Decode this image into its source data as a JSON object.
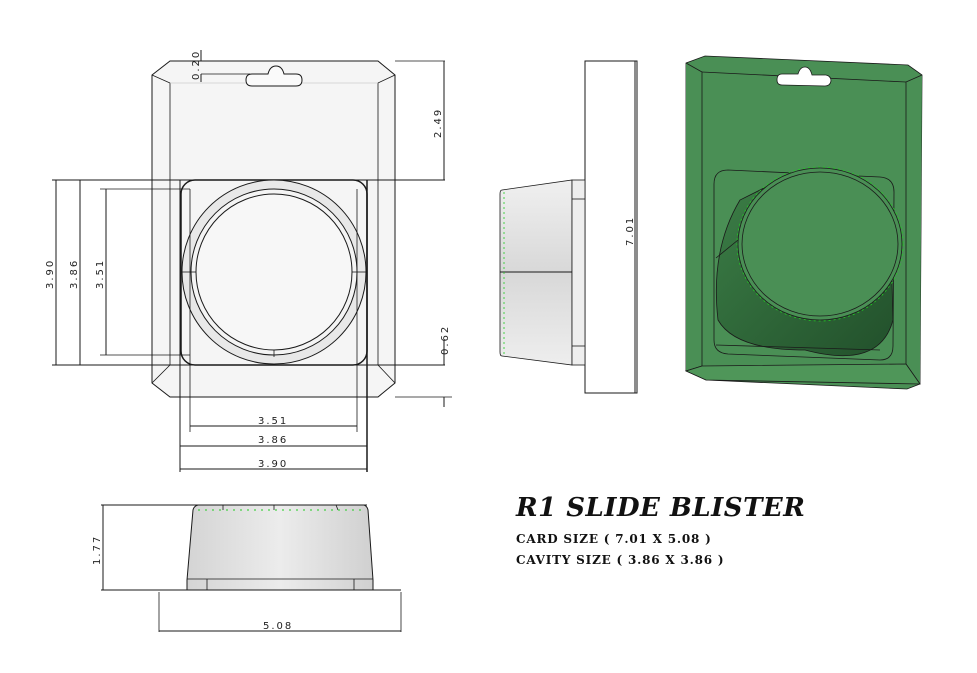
{
  "title": "R1 SLIDE BLISTER",
  "specs": {
    "card_size": "CARD SIZE ( 7.01 X 5.08 )",
    "cavity_size": "CAVITY SIZE ( 3.86 X 3.86 )"
  },
  "front_view": {
    "dims": {
      "hang_hole_offset": "0.20",
      "top_to_cavity": "2.49",
      "bottom_to_cavity": "0.62",
      "outer_height": "3.90",
      "cavity_height": "3.86",
      "dome_height": "3.51",
      "dome_width": "3.51",
      "cavity_width": "3.86",
      "outer_width": "3.90"
    }
  },
  "side_view": {
    "dims": {
      "card_height": "7.01"
    }
  },
  "bottom_view": {
    "dims": {
      "depth": "1.77",
      "card_width": "5.08"
    }
  },
  "iso_view": {
    "fill_color": "#4a8f55",
    "shade_color": "#2f6a3a",
    "edge_color": "#1a1a1a"
  },
  "colors": {
    "line": "#1a1a1a",
    "card_fill": "#f5f5f5",
    "dome_fill": "#e4e4e4",
    "highlight": "#22cc22"
  }
}
